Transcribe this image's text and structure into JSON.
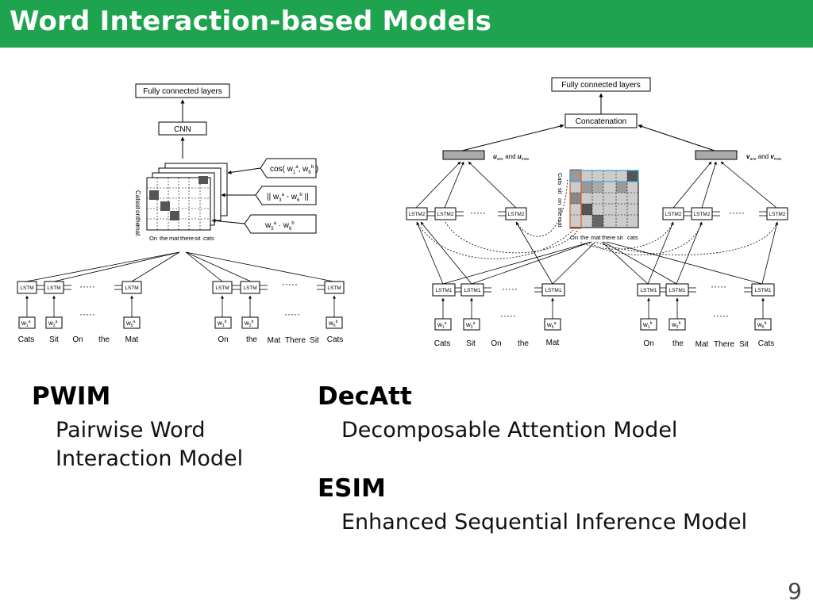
{
  "slide": {
    "title": "Word Interaction-based Models",
    "page_number": "9",
    "colors": {
      "title_bar": "#1ea34e",
      "title_text": "#ffffff"
    }
  },
  "left_figure": {
    "top_box": "Fully connected layers",
    "cnn_box": "CNN",
    "matrix_row_labels": [
      "Cats",
      "sit",
      "on",
      "the",
      "mat"
    ],
    "matrix_col_labels": [
      "On",
      "the",
      "mat",
      "there",
      "sit",
      "cats"
    ],
    "sim_cos": "cos( w",
    "sim_l2": "|| w",
    "sim_dot": "w",
    "lstm_label": "LSTM",
    "dots": "·····",
    "words_a": [
      "Cats",
      "Sit",
      "On",
      "the",
      "Mat"
    ],
    "words_b": [
      "On",
      "the",
      "Mat",
      "There",
      "Sit",
      "Cats"
    ]
  },
  "right_figure": {
    "top_box": "Fully connected layers",
    "concat_box": "Concatenation",
    "u_label": "u",
    "v_label": "v",
    "and": "and",
    "ave": "ave",
    "max": "max",
    "lstm2_label": "LSTM2",
    "lstm1_label": "LSTM1",
    "dots": "·····",
    "matrix_row_labels": [
      "Cats",
      "sit",
      "on",
      "the",
      "mat"
    ],
    "matrix_col_labels": [
      "On",
      "the",
      "mat",
      "there",
      "sit",
      "cats"
    ],
    "words_a": [
      "Cats",
      "Sit",
      "On",
      "the",
      "Mat"
    ],
    "words_b": [
      "On",
      "the",
      "Mat",
      "There",
      "Sit",
      "Cats"
    ]
  },
  "models": [
    {
      "name": "PWIM",
      "desc_lines": [
        "Pairwise Word",
        "Interaction Model"
      ]
    },
    {
      "name": "DecAtt",
      "desc_lines": [
        "Decomposable Attention Model"
      ]
    },
    {
      "name": "ESIM",
      "desc_lines": [
        "Enhanced Sequential Inference Model"
      ]
    }
  ]
}
